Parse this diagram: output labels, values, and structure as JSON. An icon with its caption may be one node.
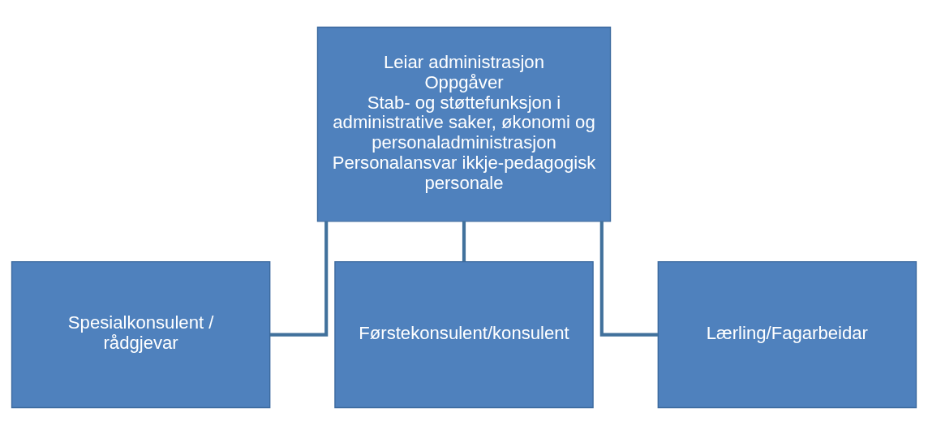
{
  "diagram": {
    "nodes": [
      {
        "text": [
          "Leiar administrasjon",
          "Oppgåver",
          "Stab- og støttefunksjon i administrative saker, økonomi og personaladministrasjon",
          "Personalansvar ikkje-pedagogisk personale"
        ]
      },
      {
        "text": [
          "Spesialkonsulent / rådgjevar"
        ]
      },
      {
        "text": [
          "Førstekonsulent/konsulent"
        ]
      },
      {
        "text": [
          "Lærling/Fagarbeidar"
        ]
      }
    ],
    "edges": [
      {
        "from": 0,
        "to": 1,
        "arrow": "none"
      },
      {
        "from": 0,
        "to": 2,
        "arrow": "none"
      },
      {
        "from": 0,
        "to": 3,
        "arrow": "none"
      }
    ]
  }
}
